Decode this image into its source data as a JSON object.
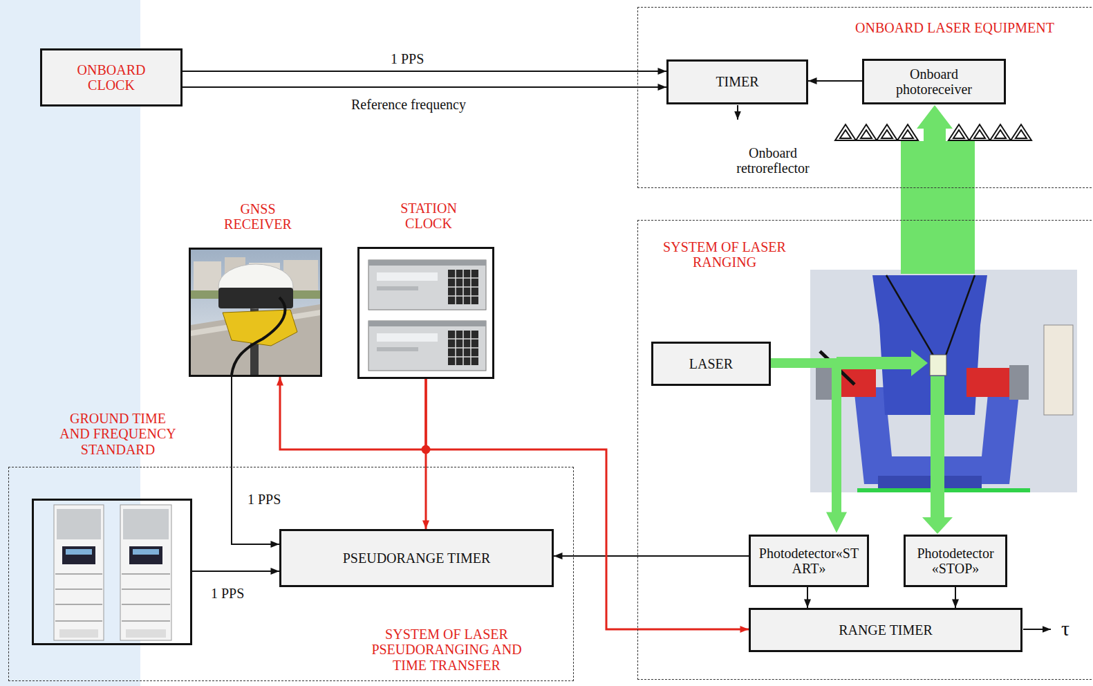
{
  "diagram": {
    "nodes": [
      {
        "text": [
          "ONBOARD CLOCK"
        ]
      },
      {
        "text": [
          "ONBOARD LASER EQUIPMENT"
        ]
      },
      {
        "text": [
          "TIMER"
        ],
        "in": 1
      },
      {
        "text": [
          "Onboard photoreceiver"
        ],
        "in": 1
      },
      {
        "text": [
          "GNSS RECEIVER"
        ]
      },
      {
        "text": [
          "STATION CLOCK"
        ]
      },
      {
        "text": [
          "SYSTEM OF LASER RANGING"
        ]
      },
      {
        "text": [
          "LASER"
        ],
        "in": 6
      },
      {
        "text": [
          "SYSTEM OF LASER PSEUDORANGING AND TIME TRANSFER"
        ]
      },
      {
        "text": [
          "GROUND TIME AND FREQUENCY STANDARD"
        ],
        "in": 8
      },
      {
        "text": [
          "PSEUDORANGE TIMER"
        ],
        "in": 8
      },
      {
        "text": [
          "Photodetector«START»"
        ],
        "in": 6
      },
      {
        "text": [
          "Photodetector «STOP»"
        ],
        "in": 6
      },
      {
        "text": [
          "RANGE TIMER"
        ],
        "in": 6
      }
    ],
    "edges": [
      {
        "from": 0,
        "to": 2,
        "label": "1 PPS",
        "arrow": "to"
      },
      {
        "from": 0,
        "to": 2,
        "label": "Reference frequency",
        "arrow": "to"
      },
      {
        "from": 3,
        "to": 2,
        "arrow": "to"
      },
      {
        "from": 4,
        "to": 10,
        "label": "1 PPS",
        "arrow": "to"
      },
      {
        "from": 9,
        "to": 10,
        "label": "1 PPS",
        "arrow": "to"
      },
      {
        "from": 11,
        "to": 10,
        "arrow": "to"
      },
      {
        "from": 5,
        "to": 10,
        "arrow": "to"
      },
      {
        "from": 5,
        "to": 4,
        "arrow": "to"
      },
      {
        "from": 5,
        "to": 13,
        "arrow": "to"
      },
      {
        "from": 11,
        "to": 13,
        "arrow": "to"
      },
      {
        "from": 12,
        "to": 13,
        "arrow": "to"
      },
      {
        "from": 7,
        "to": 11,
        "arrow": "to"
      }
    ],
    "labels": [
      "Onboard retroreflector",
      "τ"
    ]
  }
}
